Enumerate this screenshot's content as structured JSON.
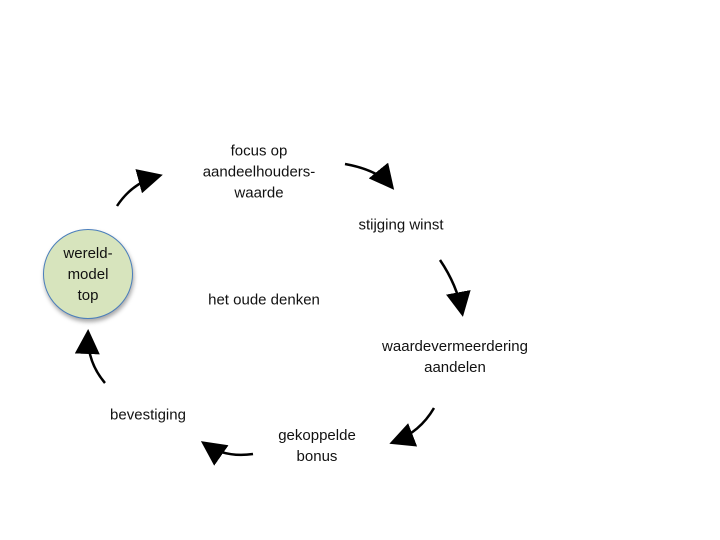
{
  "nodes": {
    "focus": "focus op\naandeelhouders-\nwaarde",
    "stijging": "stijging winst",
    "waardevermeerdering": "waardevermeerdering\naandelen",
    "gekoppelde": "gekoppelde\nbonus",
    "bevestiging": "bevestiging"
  },
  "center_label": "het oude denken",
  "circle_label": "wereld-\nmodel\ntop",
  "colors": {
    "circle_fill": "#d7e4bd",
    "circle_border": "#4a7ebb",
    "text": "#111111",
    "arrow": "#000000"
  },
  "icons": {
    "arrow": "cycle-arrow-icon"
  }
}
